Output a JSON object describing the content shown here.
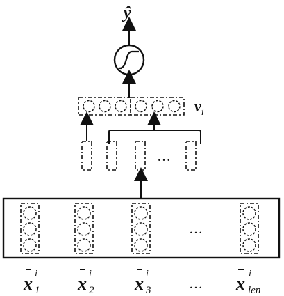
{
  "output": {
    "symbol": "ŷ"
  },
  "vector": {
    "symbol": "v",
    "subscript": "i"
  },
  "hidden": {
    "ellipsis": "…"
  },
  "inputs": {
    "ellipsis": "…",
    "items": [
      {
        "symbol": "x",
        "sup": "i",
        "sub": "1"
      },
      {
        "symbol": "x",
        "sup": "i",
        "sub": "2"
      },
      {
        "symbol": "x",
        "sup": "i",
        "sub": "3"
      },
      {
        "symbol": "x",
        "sup": "i",
        "sub": "len"
      }
    ]
  },
  "colors": {
    "stroke": "#111111",
    "background": "#ffffff"
  },
  "icons": {
    "activation": "sigmoid-icon"
  }
}
